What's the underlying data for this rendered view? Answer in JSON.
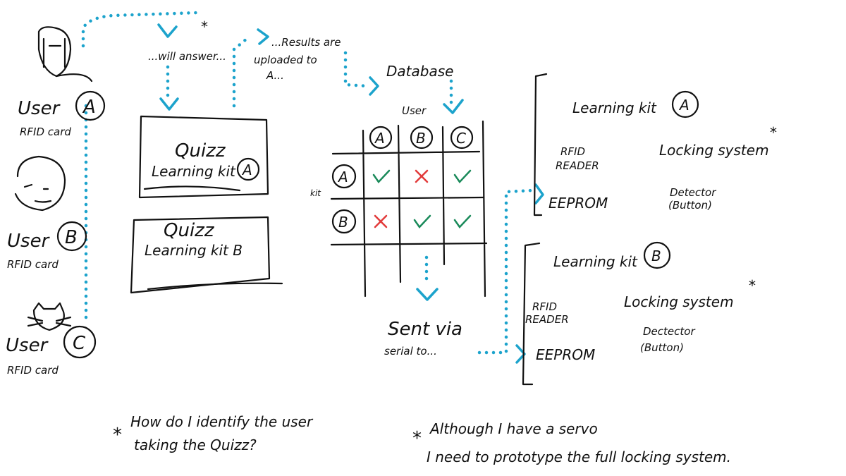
{
  "users": [
    {
      "label": "User",
      "id": "A",
      "card": "RFID card"
    },
    {
      "label": "User",
      "id": "B",
      "card": "RFID card"
    },
    {
      "label": "User",
      "id": "C",
      "card": "RFID card"
    }
  ],
  "flow": {
    "will_answer": "...will answer...",
    "asterisk": "*",
    "results_line1": "...Results are",
    "results_line2": "uploaded to",
    "results_line3": "A...",
    "database": "Database",
    "sent_line1": "Sent via",
    "sent_line2": "serial to..."
  },
  "quizzes": [
    {
      "title": "Quizz",
      "subtitle": "Learning kit",
      "id": "A"
    },
    {
      "title": "Quizz",
      "subtitle": "Learning kit B",
      "id": ""
    }
  ],
  "matrix": {
    "corner_label": "User",
    "row_axis_label": "kit",
    "columns": [
      "A",
      "B",
      "C"
    ],
    "rows": [
      {
        "id": "A",
        "cells": [
          "check",
          "cross",
          "check"
        ]
      },
      {
        "id": "B",
        "cells": [
          "cross",
          "check",
          "check"
        ]
      }
    ],
    "colors": {
      "check": "#1a8a5a",
      "cross": "#e23a3a",
      "flow": "#1ca3cc"
    }
  },
  "kits": [
    {
      "title": "Learning kit",
      "id": "A",
      "rfid": "RFID",
      "reader": "READER",
      "locking": "Locking system",
      "locking_star": "*",
      "eeprom": "EEPROM",
      "detector": "Detector",
      "button": "(Button)"
    },
    {
      "title": "Learning kit",
      "id": "B",
      "rfid": "RFID",
      "reader": "READER",
      "locking": "Locking system",
      "locking_star": "*",
      "eeprom": "EEPROM",
      "detector": "Dectector",
      "button": "(Button)"
    }
  ],
  "notes": [
    {
      "star": "*",
      "line1": "How do I identify the user",
      "line2": "taking the Quizz?"
    },
    {
      "star": "*",
      "line1": "Although I have a servo",
      "line2": "I need to prototype the full locking system."
    }
  ]
}
